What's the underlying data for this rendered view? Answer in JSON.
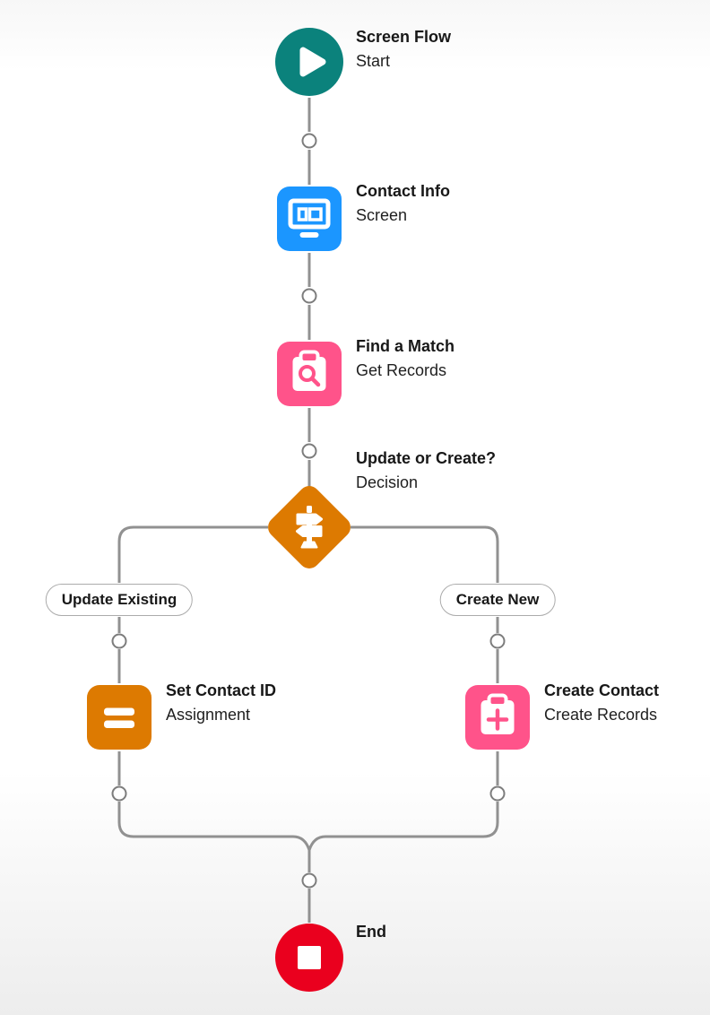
{
  "colors": {
    "start_teal": "#0B827C",
    "screen_blue": "#1B96FF",
    "data_pink": "#FF538A",
    "logic_orange": "#DD7A01",
    "end_red": "#EA001E",
    "connector_gray": "#919191"
  },
  "nodes": {
    "start": {
      "title": "Screen Flow",
      "subtitle": "Start",
      "icon": "play-icon"
    },
    "screen": {
      "title": "Contact Info",
      "subtitle": "Screen",
      "icon": "screen-icon"
    },
    "get_records": {
      "title": "Find a Match",
      "subtitle": "Get Records",
      "icon": "clipboard-search-icon"
    },
    "decision": {
      "title": "Update or Create?",
      "subtitle": "Decision",
      "icon": "signpost-icon"
    },
    "assignment": {
      "title": "Set Contact ID",
      "subtitle": "Assignment",
      "icon": "equals-icon"
    },
    "create_records": {
      "title": "Create Contact",
      "subtitle": "Create Records",
      "icon": "clipboard-add-icon"
    },
    "end": {
      "title": "End",
      "icon": "stop-icon"
    }
  },
  "branches": {
    "left": {
      "label": "Update Existing"
    },
    "right": {
      "label": "Create New"
    }
  }
}
